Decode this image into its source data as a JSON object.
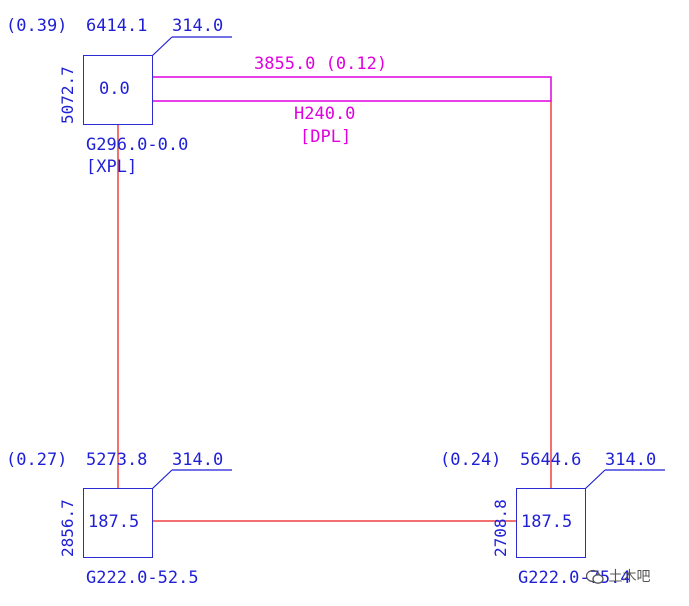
{
  "colors": {
    "blue": "#1f1fd6",
    "magenta": "#e000e0",
    "red": "#f04040"
  },
  "top_column": {
    "ratio": "(0.39)",
    "force": "6414.1",
    "underline_value": "314.0",
    "side_value": "5072.7",
    "box_value": "0.0",
    "bottom_text": "G296.0-0.0",
    "bottom_tag": "[XPL]"
  },
  "beam": {
    "top_label": "3855.0 (0.12)",
    "bottom_label": "H240.0",
    "bottom_tag": "[DPL]"
  },
  "bottom_left_column": {
    "ratio": "(0.27)",
    "force": "5273.8",
    "underline_value": "314.0",
    "side_value": "2856.7",
    "box_value": "187.5",
    "bottom_text": "G222.0-52.5"
  },
  "bottom_right_column": {
    "ratio": "(0.24)",
    "force": "5644.6",
    "underline_value": "314.0",
    "side_value": "2708.8",
    "box_value": "187.5",
    "bottom_text": "G222.0-75.4"
  },
  "watermark": {
    "icon": "wechat-icon",
    "text": "土木吧"
  }
}
